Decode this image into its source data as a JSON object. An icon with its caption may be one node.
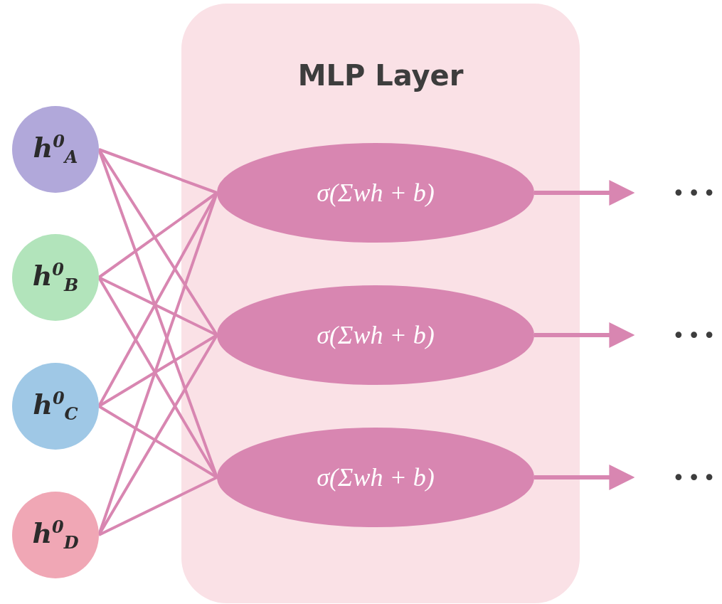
{
  "diagram": {
    "nodes": [
      {
        "text": [
          "MLP Layer"
        ]
      },
      {
        "text": [
          "h$^{0}$$_{A}$"
        ]
      },
      {
        "text": [
          "h$^{0}$$_{B}$"
        ]
      },
      {
        "text": [
          "h$^{0}$$_{C}$"
        ]
      },
      {
        "text": [
          "h$^{0}$$_{D}$"
        ]
      },
      {
        "text": [
          "σ(Σwh + b)"
        ],
        "in": 0
      },
      {
        "text": [
          "σ(Σwh + b)"
        ],
        "in": 0
      },
      {
        "text": [
          "σ(Σwh + b)"
        ],
        "in": 0
      },
      {
        "text": [
          "•••"
        ]
      },
      {
        "text": [
          "•••"
        ]
      },
      {
        "text": [
          "•••"
        ]
      }
    ],
    "edges": [
      {
        "from": 1,
        "to": 5,
        "arrow": "none"
      },
      {
        "from": 1,
        "to": 6,
        "arrow": "none"
      },
      {
        "from": 1,
        "to": 7,
        "arrow": "none"
      },
      {
        "from": 2,
        "to": 5,
        "arrow": "none"
      },
      {
        "from": 2,
        "to": 6,
        "arrow": "none"
      },
      {
        "from": 2,
        "to": 7,
        "arrow": "none"
      },
      {
        "from": 3,
        "to": 5,
        "arrow": "none"
      },
      {
        "from": 3,
        "to": 6,
        "arrow": "none"
      },
      {
        "from": 3,
        "to": 7,
        "arrow": "none"
      },
      {
        "from": 4,
        "to": 5,
        "arrow": "none"
      },
      {
        "from": 4,
        "to": 6,
        "arrow": "none"
      },
      {
        "from": 4,
        "to": 7,
        "arrow": "none"
      },
      {
        "from": 5,
        "to": 8,
        "arrow": "to"
      },
      {
        "from": 6,
        "to": 9,
        "arrow": "to"
      },
      {
        "from": 7,
        "to": 10,
        "arrow": "to"
      }
    ]
  }
}
